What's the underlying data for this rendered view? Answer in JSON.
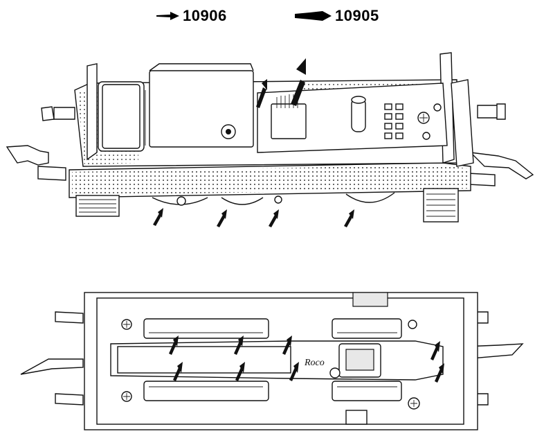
{
  "header": {
    "items": [
      {
        "code": "10906",
        "arrow_style": "thin-arrow"
      },
      {
        "code": "10905",
        "arrow_style": "bold-arrow"
      }
    ]
  },
  "diagram": {
    "brand_logo_text": "Roco",
    "views": [
      "top-view",
      "bottom-view"
    ],
    "line_color": "#111111",
    "background": "#ffffff"
  }
}
